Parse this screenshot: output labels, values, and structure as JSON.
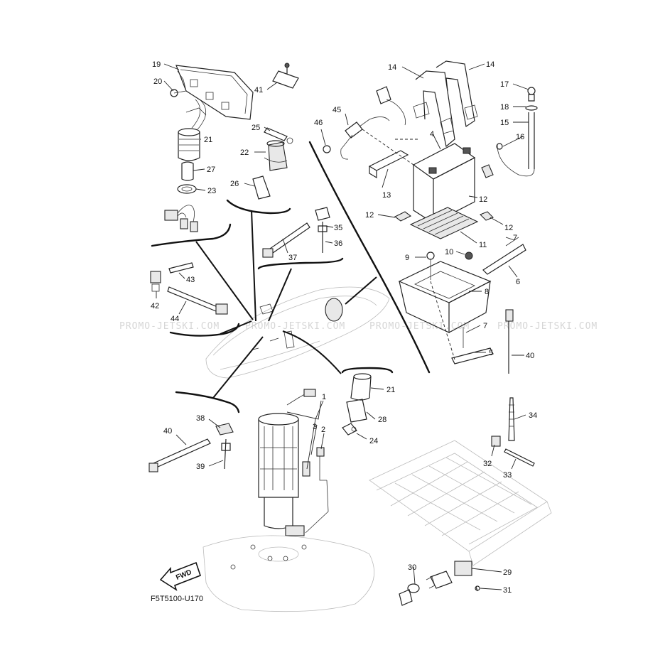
{
  "diagram": {
    "code": "F5T5100-U170",
    "watermark": "PROMO-JETSKI.COM",
    "fwd_label": "FWD",
    "callouts": [
      {
        "id": "19",
        "label": "19"
      },
      {
        "id": "20",
        "label": "20"
      },
      {
        "id": "21a",
        "label": "21"
      },
      {
        "id": "27",
        "label": "27"
      },
      {
        "id": "23",
        "label": "23"
      },
      {
        "id": "41",
        "label": "41"
      },
      {
        "id": "25",
        "label": "25"
      },
      {
        "id": "22",
        "label": "22"
      },
      {
        "id": "26",
        "label": "26"
      },
      {
        "id": "14a",
        "label": "14"
      },
      {
        "id": "14b",
        "label": "14"
      },
      {
        "id": "17",
        "label": "17"
      },
      {
        "id": "18",
        "label": "18"
      },
      {
        "id": "15",
        "label": "15"
      },
      {
        "id": "16",
        "label": "16"
      },
      {
        "id": "45",
        "label": "45"
      },
      {
        "id": "46",
        "label": "46"
      },
      {
        "id": "4",
        "label": "4"
      },
      {
        "id": "13",
        "label": "13"
      },
      {
        "id": "12a",
        "label": "12"
      },
      {
        "id": "12b",
        "label": "12"
      },
      {
        "id": "12c",
        "label": "12"
      },
      {
        "id": "11",
        "label": "11"
      },
      {
        "id": "35",
        "label": "35"
      },
      {
        "id": "36",
        "label": "36"
      },
      {
        "id": "37",
        "label": "37"
      },
      {
        "id": "9",
        "label": "9"
      },
      {
        "id": "10",
        "label": "10"
      },
      {
        "id": "7a",
        "label": "7"
      },
      {
        "id": "6",
        "label": "6"
      },
      {
        "id": "8",
        "label": "8"
      },
      {
        "id": "43",
        "label": "43"
      },
      {
        "id": "42",
        "label": "42"
      },
      {
        "id": "44",
        "label": "44"
      },
      {
        "id": "7b",
        "label": "7"
      },
      {
        "id": "5",
        "label": "5"
      },
      {
        "id": "40a",
        "label": "40"
      },
      {
        "id": "21b",
        "label": "21"
      },
      {
        "id": "1",
        "label": "1"
      },
      {
        "id": "3",
        "label": "3"
      },
      {
        "id": "2",
        "label": "2"
      },
      {
        "id": "28",
        "label": "28"
      },
      {
        "id": "24",
        "label": "24"
      },
      {
        "id": "38",
        "label": "38"
      },
      {
        "id": "40b",
        "label": "40"
      },
      {
        "id": "39",
        "label": "39"
      },
      {
        "id": "34",
        "label": "34"
      },
      {
        "id": "32",
        "label": "32"
      },
      {
        "id": "33",
        "label": "33"
      },
      {
        "id": "30",
        "label": "30"
      },
      {
        "id": "29",
        "label": "29"
      },
      {
        "id": "31",
        "label": "31"
      }
    ]
  }
}
